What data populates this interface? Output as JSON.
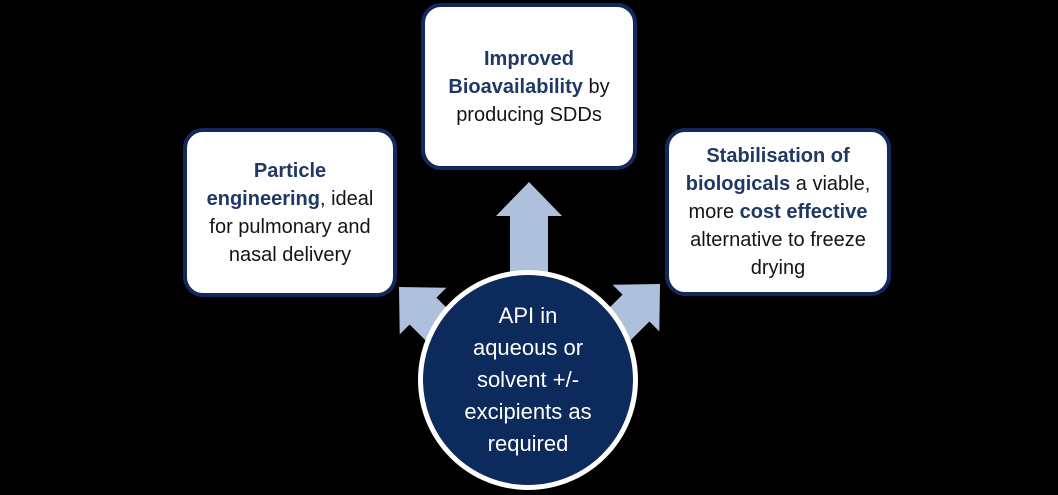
{
  "diagram": {
    "type": "radial-spoke-diagram",
    "background_color": "#000000",
    "colors": {
      "box_fill": "#FFFFFF",
      "box_border": "#14285E",
      "bold_text": "#1F3864",
      "body_text": "#141414",
      "circle_fill": "#0D2A5C",
      "circle_ring": "#FFFFFF",
      "circle_text": "#FFFFFF",
      "arrow_fill": "#AEC0DB"
    },
    "center_circle": {
      "text": "API in\naqueous or\nsolvent +/-\nexcipients as\nrequired"
    },
    "boxes": {
      "top": {
        "segments": [
          {
            "text": "Improved Bioavailability",
            "bold": true
          },
          {
            "text": " by producing SDDs",
            "bold": false
          }
        ]
      },
      "left": {
        "segments": [
          {
            "text": "Particle engineering",
            "bold": true
          },
          {
            "text": ", ideal for pulmonary and nasal delivery",
            "bold": false
          }
        ]
      },
      "right": {
        "segments": [
          {
            "text": "Stabilisation of biologicals",
            "bold": true
          },
          {
            "text": " a viable, more ",
            "bold": false
          },
          {
            "text": "cost effective",
            "bold": true
          },
          {
            "text": " alternative to freeze drying",
            "bold": false
          }
        ]
      }
    },
    "arrows": [
      {
        "name": "up-arrow",
        "direction": "up",
        "from": "center-circle",
        "to": "top-box"
      },
      {
        "name": "up-left-arrow",
        "direction": "up-left",
        "from": "center-circle",
        "to": "left-box"
      },
      {
        "name": "up-right-arrow",
        "direction": "up-right",
        "from": "center-circle",
        "to": "right-box"
      }
    ]
  }
}
